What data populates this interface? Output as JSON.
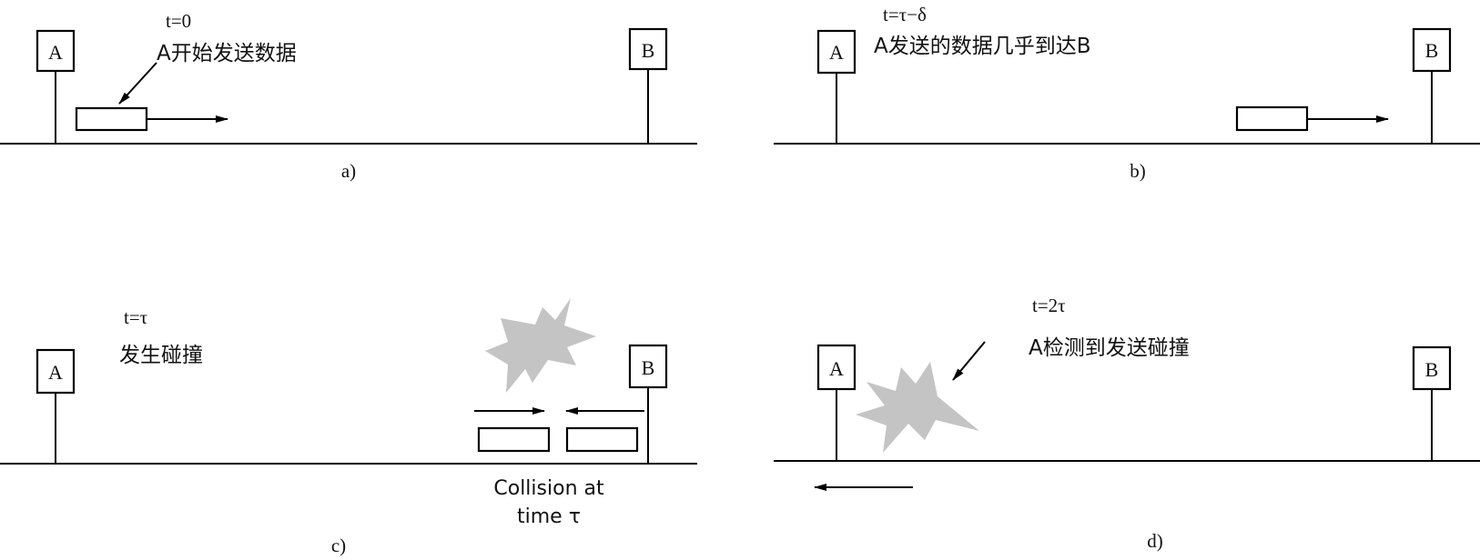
{
  "panels": {
    "a": {
      "caption": "a)",
      "node_a": "A",
      "node_b": "B",
      "time": "t=0",
      "note": "A开始发送数据"
    },
    "b": {
      "caption": "b)",
      "node_a": "A",
      "node_b": "B",
      "time": "t=τ−δ",
      "note": "A发送的数据几乎到达B"
    },
    "c": {
      "caption": "c)",
      "node_a": "A",
      "node_b": "B",
      "time": "t=τ",
      "note": "发生碰撞",
      "collision_line1": "Collision at",
      "collision_line2": "time τ"
    },
    "d": {
      "caption": "d)",
      "node_a": "A",
      "node_b": "B",
      "time": "t=2τ",
      "note": "A检测到发送碰撞"
    }
  },
  "colors": {
    "line": "#000000",
    "burst": "#c4c4c4"
  }
}
